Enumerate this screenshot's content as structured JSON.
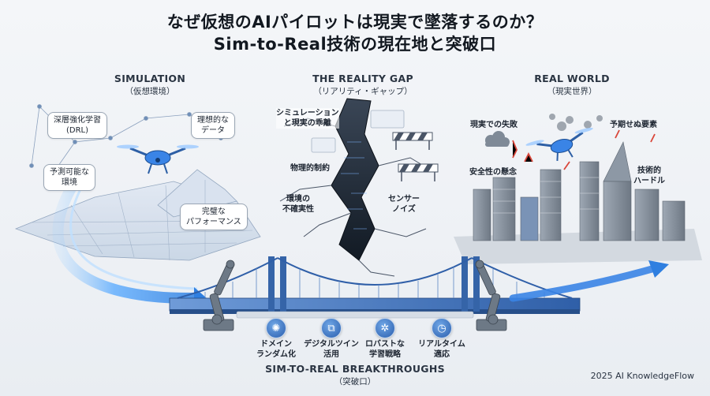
{
  "title": {
    "line1": "なぜ仮想のAIパイロットは現実で墜落するのか？",
    "line2": "Sim-to-Real技術の現在地と突破口"
  },
  "simulation": {
    "heading": "SIMULATION",
    "subheading": "（仮想環境）",
    "bubbles": [
      "深層強化学習\n(DRL)",
      "理想的な\nデータ",
      "予測可能な\n環境",
      "完璧な\nパフォーマンス"
    ]
  },
  "gap": {
    "heading": "THE REALITY GAP",
    "subheading": "（リアリティ・ギャップ）",
    "labels": [
      "シミュレーション\nと現実の乖離",
      "物理的制約",
      "環境の\n不確実性",
      "センサー\nノイズ"
    ]
  },
  "real": {
    "heading": "REAL WORLD",
    "subheading": "（現実世界）",
    "labels": [
      "現実での失敗",
      "予期せぬ要素",
      "安全性の懸念",
      "技術的\nハードル"
    ]
  },
  "breakthroughs": {
    "heading": "SIM-TO-REAL BREAKTHROUGHS",
    "subheading": "（突破口）",
    "items": [
      {
        "label": "ドメイン\nランダム化",
        "icon": "gear-network-icon"
      },
      {
        "label": "デジタルツイン\n活用",
        "icon": "digital-twin-icon"
      },
      {
        "label": "ロバストな\n学習戦略",
        "icon": "robust-gear-icon"
      },
      {
        "label": "リアルタイム\n適応",
        "icon": "clock-icon"
      }
    ]
  },
  "footer": "2025 AI KnowledgeFlow",
  "colors": {
    "accent_blue": "#2f7fe0",
    "bridge_blue": "#3f78c6",
    "sim_blue": "#5a9ee8",
    "crack_dark": "#1f2a38",
    "city_gray": "#8b95a1",
    "danger_red": "#d9463a"
  }
}
